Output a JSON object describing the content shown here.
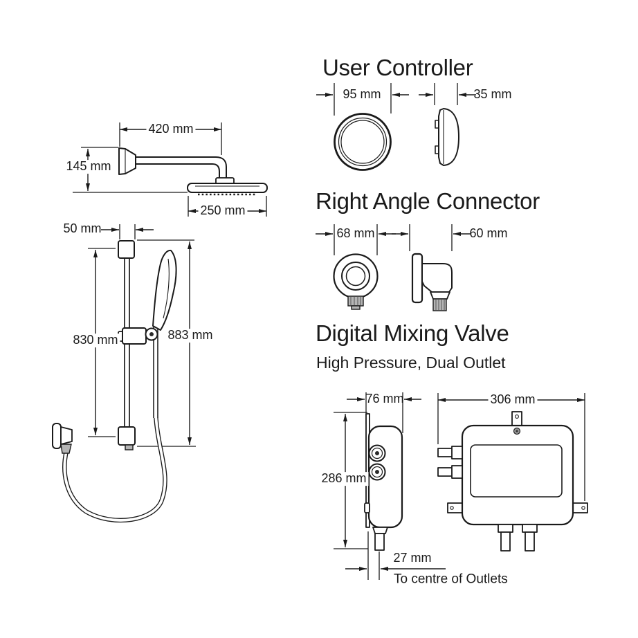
{
  "diagram": {
    "shower_head_arm": {
      "arm_length": "420 mm",
      "drop_height": "145 mm",
      "head_diameter": "250 mm"
    },
    "slide_rail": {
      "bracket_offset": "50 mm",
      "rail_length": "830 mm",
      "overall_height": "883 mm"
    },
    "user_controller": {
      "title": "User Controller",
      "diameter": "95 mm",
      "depth": "35 mm"
    },
    "right_angle_connector": {
      "title": "Right Angle Connector",
      "diameter": "68 mm",
      "depth": "60 mm"
    },
    "digital_mixing_valve": {
      "title": "Digital Mixing Valve",
      "subtitle": "High Pressure, Dual Outlet",
      "depth": "76 mm",
      "width": "306 mm",
      "height": "286 mm",
      "outlet_offset": "27 mm",
      "outlet_note": "To centre of Outlets"
    }
  },
  "colors": {
    "line": "#1a1a1a",
    "background": "#ffffff",
    "metal_fill": "#b5b5b5"
  }
}
